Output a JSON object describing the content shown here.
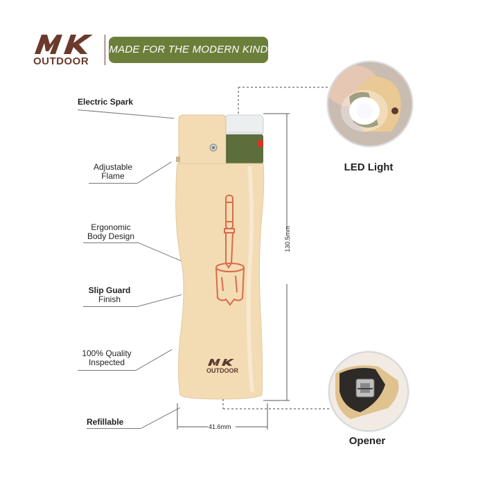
{
  "brand": {
    "logo_letters": "MK",
    "logo_sub": "OUTDOOR",
    "tagline": "MADE FOR THE MODERN KIND",
    "colors": {
      "brown": "#6b3a2a",
      "olive": "#6b7f3a",
      "body": "#f3dcb4",
      "print": "#d9694a"
    }
  },
  "features": {
    "electric_spark": "Electric Spark",
    "adjustable_1": "Adjustable",
    "adjustable_2": "Flame",
    "ergonomic_1": "Ergonomic",
    "ergonomic_2": "Body Design",
    "slip_1": "Slip Guard",
    "slip_2": "Finish",
    "quality_1": "100% Quality",
    "quality_2": "Inspected",
    "refillable": "Refillable"
  },
  "callouts": {
    "led": "LED Light",
    "opener": "Opener"
  },
  "dimensions": {
    "height": "130.5mm",
    "width": "41.6mm"
  },
  "product_logo": {
    "letters": "MK",
    "sub": "OUTDOOR"
  }
}
